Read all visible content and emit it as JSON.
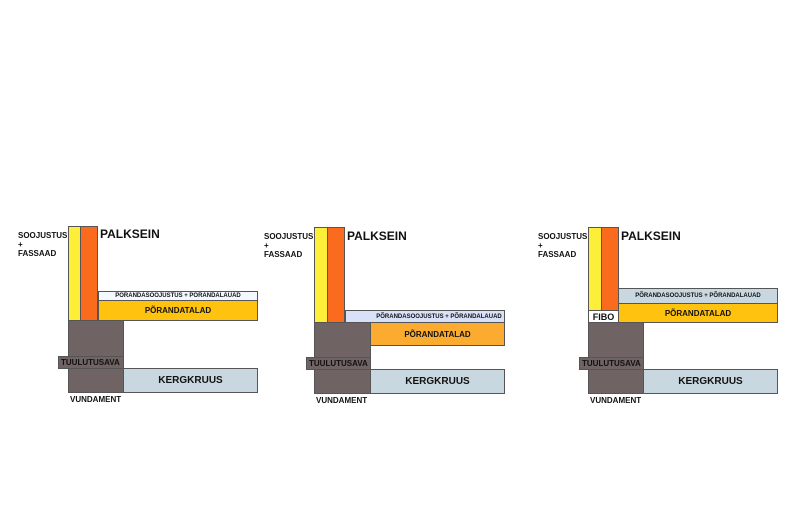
{
  "labels": {
    "insulation_facade": [
      "SOOJUSTUS",
      "+",
      "FASSAAD"
    ],
    "log_wall": "PALKSEIN",
    "floor_insulation": "PÕRANDASOOJUSTUS + PÕRANDALAUAD",
    "floor_joists": "PÕRANDATALAD",
    "ventilation_opening": "TUULUTUSAVA",
    "foundation": "VUNDAMENT",
    "light_gravel": "KERGKRUUS",
    "fibo": "FIBO"
  },
  "colors": {
    "insulation": "#fdee3a",
    "log_wall": "#fb6b1e",
    "foundation": "#6f6363",
    "light_gravel": "#c9d8e0",
    "floor_joists": "#ffc20f"
  }
}
